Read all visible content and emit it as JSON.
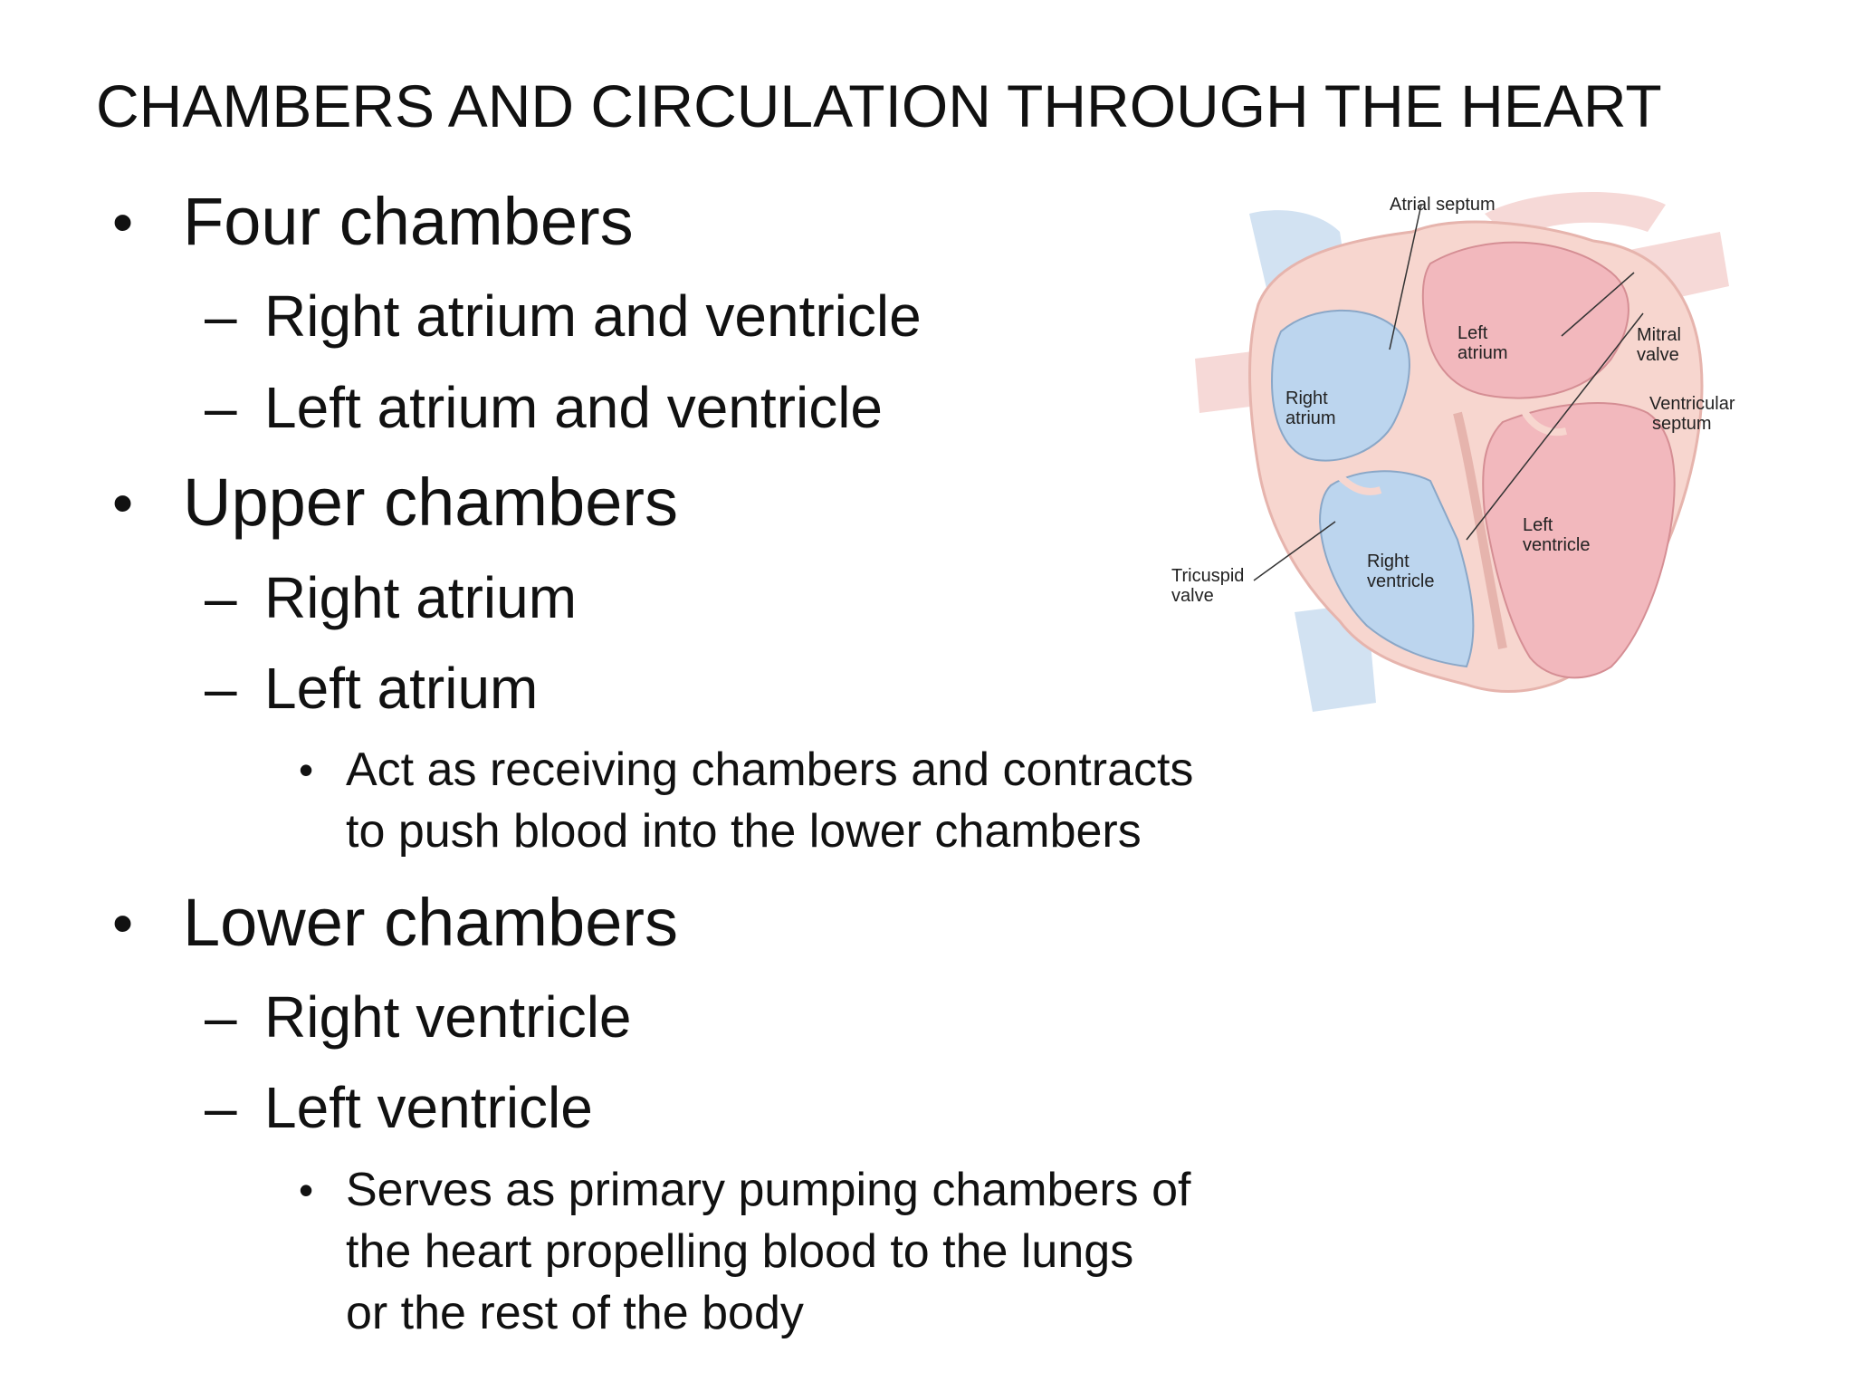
{
  "slide": {
    "title": "CHAMBERS AND CIRCULATION THROUGH THE  HEART",
    "bullet_char": "•",
    "dash_char": "–",
    "items": [
      {
        "text": "Four chambers"
      },
      {
        "text": "Right atrium and ventricle"
      },
      {
        "text": "Left atrium and ventricle"
      },
      {
        "text": "Upper chambers"
      },
      {
        "text": "Right atrium"
      },
      {
        "text": "Left atrium"
      },
      {
        "text": "Act as receiving chambers and contracts",
        "cont": "to push blood into the lower chambers"
      },
      {
        "text": "Lower chambers"
      },
      {
        "text": "Right ventricle"
      },
      {
        "text": "Left ventricle"
      },
      {
        "text": "Serves as primary pumping chambers of",
        "cont": "the heart propelling blood to the lungs",
        "cont2": "or the rest of the body"
      }
    ]
  },
  "diagram": {
    "labels": {
      "atrial_septum": "Atrial septum",
      "left_atrium_1": "Left",
      "left_atrium_2": "atrium",
      "mitral_1": "Mitral",
      "mitral_2": "valve",
      "right_atrium_1": "Right",
      "right_atrium_2": "atrium",
      "ventricular_septum_1": "Ventricular",
      "ventricular_septum_2": "septum",
      "left_ventricle_1": "Left",
      "left_ventricle_2": "ventricle",
      "right_ventricle_1": "Right",
      "right_ventricle_2": "ventricle",
      "tricuspid_1": "Tricuspid",
      "tricuspid_2": "valve"
    },
    "colors": {
      "deoxygenated": "#bcd5ee",
      "oxygenated": "#f2b8bd",
      "wall": "#f7d6cf",
      "vessel_blue": "#d2e2f2",
      "vessel_pink": "#f6d9d7"
    }
  }
}
